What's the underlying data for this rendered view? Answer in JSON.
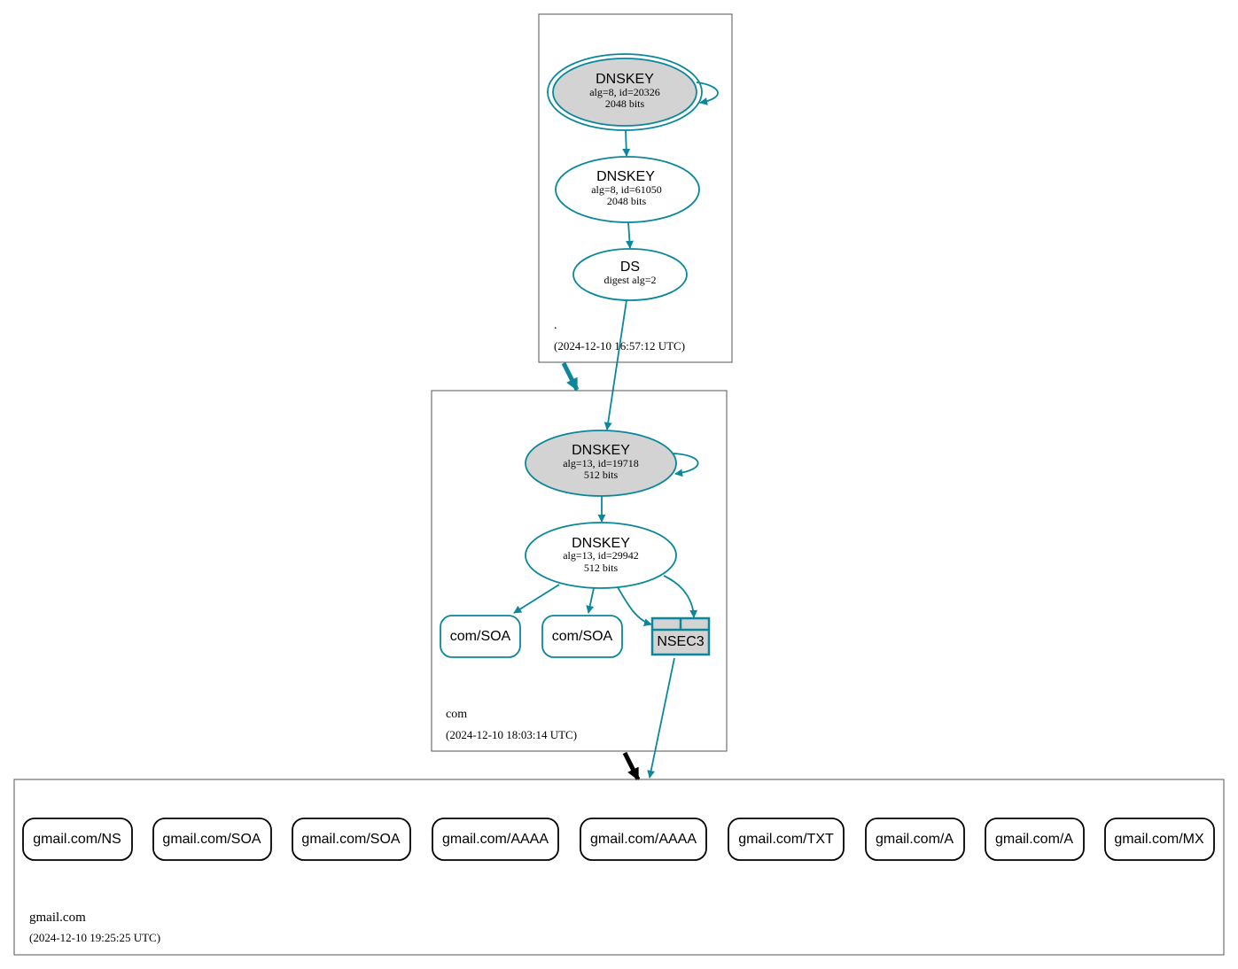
{
  "colors": {
    "accent": "#0a879a",
    "ksk_fill": "#d3d3d3",
    "zone_border": "#555555",
    "black": "#000000"
  },
  "zones": {
    "root": {
      "name": ".",
      "timestamp": "(2024-12-10 16:57:12 UTC)",
      "nodes": {
        "ksk": {
          "type": "DNSKEY",
          "line1": "alg=8, id=20326",
          "line2": "2048 bits"
        },
        "zsk": {
          "type": "DNSKEY",
          "line1": "alg=8, id=61050",
          "line2": "2048 bits"
        },
        "ds": {
          "type": "DS",
          "line1": "digest alg=2"
        }
      }
    },
    "com": {
      "name": "com",
      "timestamp": "(2024-12-10 18:03:14 UTC)",
      "nodes": {
        "ksk": {
          "type": "DNSKEY",
          "line1": "alg=13, id=19718",
          "line2": "512 bits"
        },
        "zsk": {
          "type": "DNSKEY",
          "line1": "alg=13, id=29942",
          "line2": "512 bits"
        },
        "soa1": {
          "label": "com/SOA"
        },
        "soa2": {
          "label": "com/SOA"
        },
        "nsec3": {
          "label": "NSEC3"
        }
      }
    },
    "gmail": {
      "name": "gmail.com",
      "timestamp": "(2024-12-10 19:25:25 UTC)",
      "records": [
        "gmail.com/NS",
        "gmail.com/SOA",
        "gmail.com/SOA",
        "gmail.com/AAAA",
        "gmail.com/AAAA",
        "gmail.com/TXT",
        "gmail.com/A",
        "gmail.com/A",
        "gmail.com/MX"
      ]
    }
  }
}
